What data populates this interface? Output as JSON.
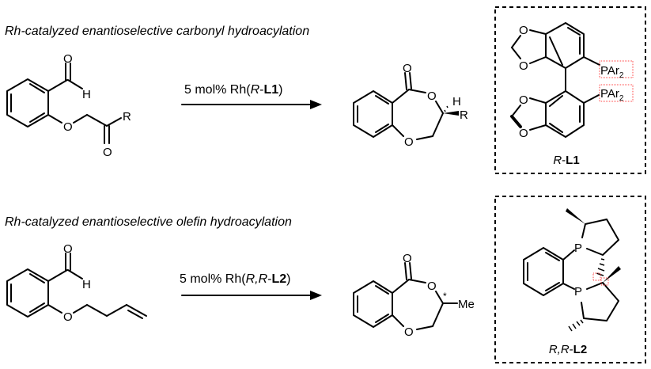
{
  "reaction1": {
    "title": "Rh-catalyzed enantioselective carbonyl hydroacylation",
    "conditions": {
      "prefix": "5 mol% Rh(",
      "stereo": "R",
      "dash": "-",
      "ligand": "L1",
      "suffix": ")"
    },
    "substituent": "R",
    "product_substituents": {
      "h": "H",
      "r": "R"
    }
  },
  "reaction2": {
    "title": "Rh-catalyzed enantioselective olefin hydroacylation",
    "conditions": {
      "prefix": "5 mol% Rh(",
      "stereo": "R,R",
      "dash": "-",
      "ligand": "L2",
      "suffix": ")"
    },
    "product_substituents": {
      "star": "*",
      "me": "Me"
    }
  },
  "ligand1": {
    "label_stereo": "R",
    "label_dash": "-",
    "label_name": "L1",
    "par2": "PAr",
    "sub": "2"
  },
  "ligand2": {
    "label_stereo": "R,R",
    "label_dash": "-",
    "label_name": "L2",
    "p": "P"
  },
  "atoms": {
    "O": "O",
    "H": "H"
  }
}
